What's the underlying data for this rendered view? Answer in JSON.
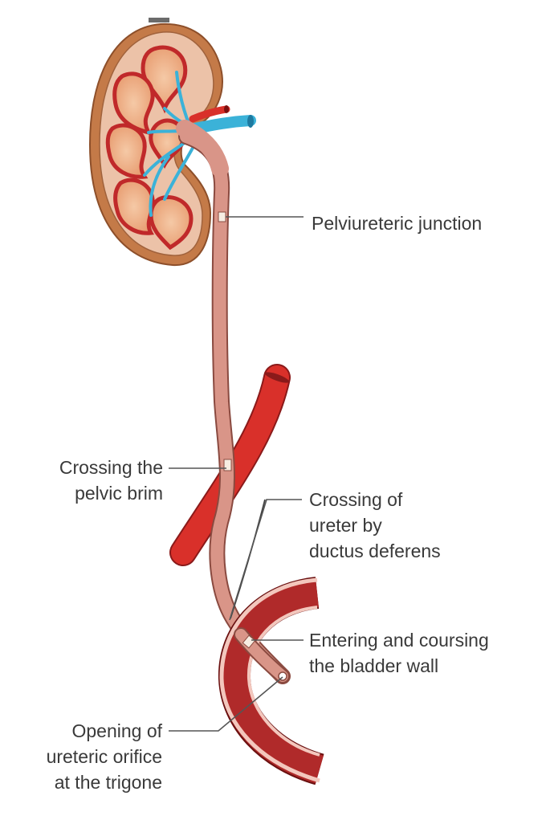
{
  "diagram": {
    "labels": {
      "pelviureteric": [
        "Pelviureteric junction"
      ],
      "pelvic_brim": [
        "Crossing the",
        "pelvic brim"
      ],
      "ductus": [
        "Crossing of",
        "ureter by",
        "ductus deferens"
      ],
      "bladder_wall": [
        "Entering and coursing",
        "the bladder wall"
      ],
      "orifice": [
        "Opening of",
        "ureteric orifice",
        "at the trigone"
      ]
    },
    "colors": {
      "ureter": "#d99588",
      "ureter_outline": "#8a4a40",
      "artery": "#d9302a",
      "vein": "#3bb2d8",
      "bladder": "#b02a2a",
      "kidney_capsule": "#b86b3c",
      "leader": "#555555"
    }
  }
}
